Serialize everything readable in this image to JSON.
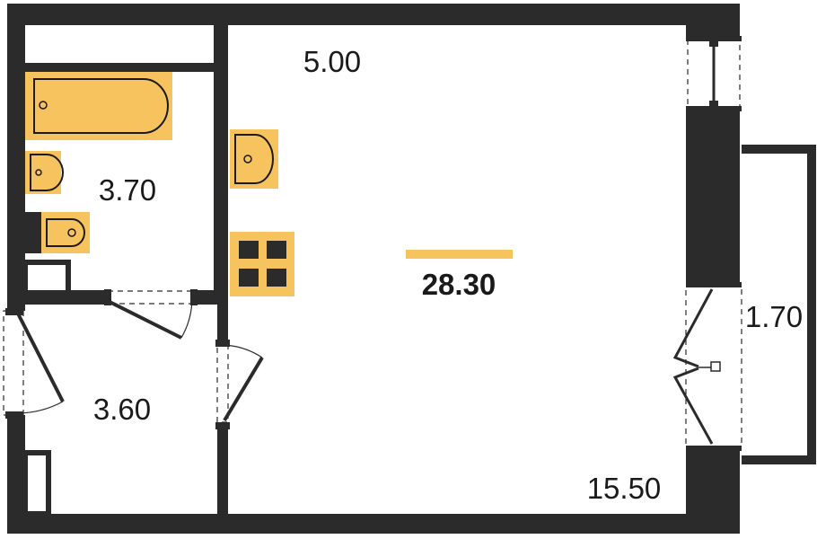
{
  "plan": {
    "total_area": "28.30",
    "rooms": {
      "main_room": "15.50",
      "kitchen": "5.00",
      "bathroom": "3.70",
      "hallway": "3.60",
      "balcony": "1.70"
    }
  },
  "colors": {
    "wall": "#2b2b2b",
    "fixture": "#f6c35e",
    "accent_bar": "#f6c35e",
    "outline": "#1a1a1a",
    "floor": "#ffffff"
  }
}
